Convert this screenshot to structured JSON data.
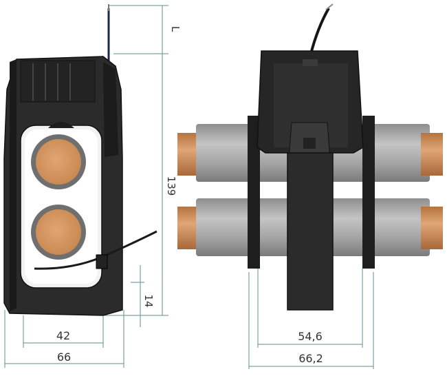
{
  "dimensions": {
    "wire_length": "L",
    "height": "139",
    "bottom_offset": "14",
    "window_width": "42",
    "body_width": "66",
    "inner_width": "54,6",
    "outer_width": "66,2"
  },
  "colors": {
    "body": "#2b2b2b",
    "body_dark": "#151515",
    "copper": "#c98a55",
    "pipe": "#a9a9a9",
    "dim_line": "#5f8f8a"
  }
}
